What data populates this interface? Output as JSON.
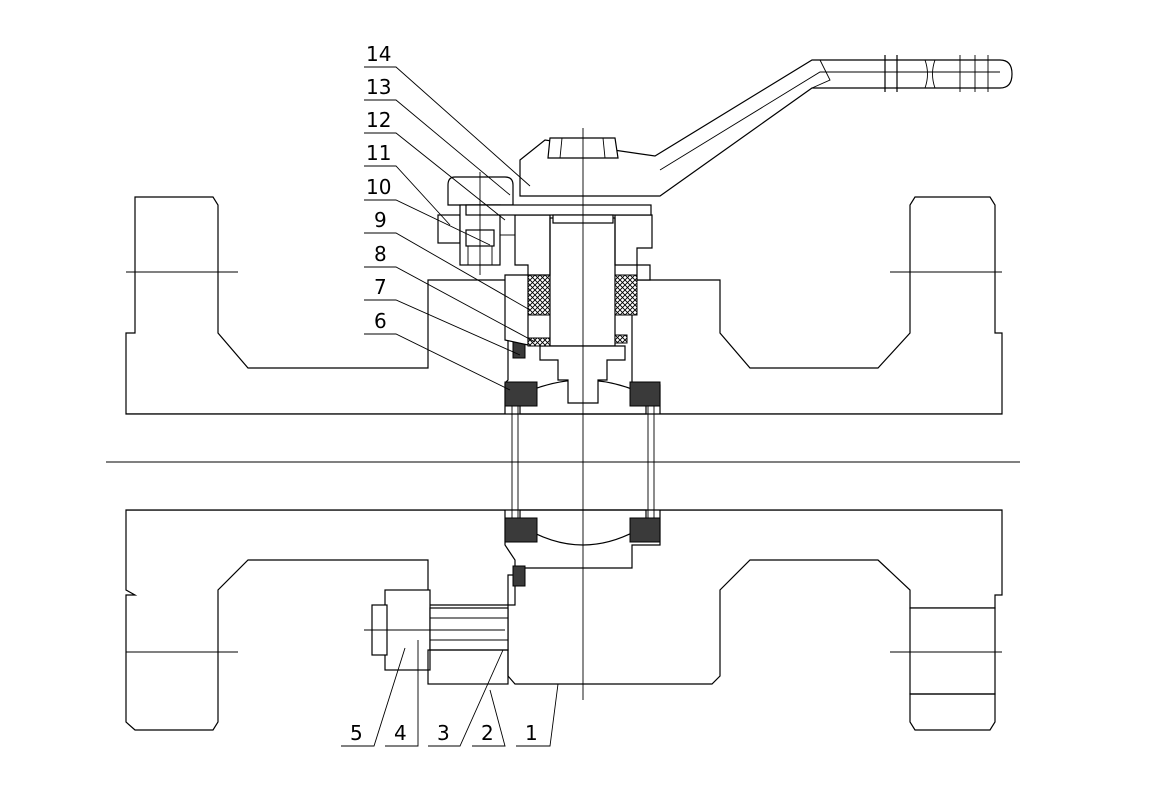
{
  "callouts": {
    "c1": "1",
    "c2": "2",
    "c3": "3",
    "c4": "4",
    "c5": "5",
    "c6": "6",
    "c7": "7",
    "c8": "8",
    "c9": "9",
    "c10": "10",
    "c11": "11",
    "c12": "12",
    "c13": "13",
    "c14": "14"
  },
  "colors": {
    "line": "#000000",
    "background": "#ffffff",
    "seal_fill": "#3a3a3a"
  }
}
